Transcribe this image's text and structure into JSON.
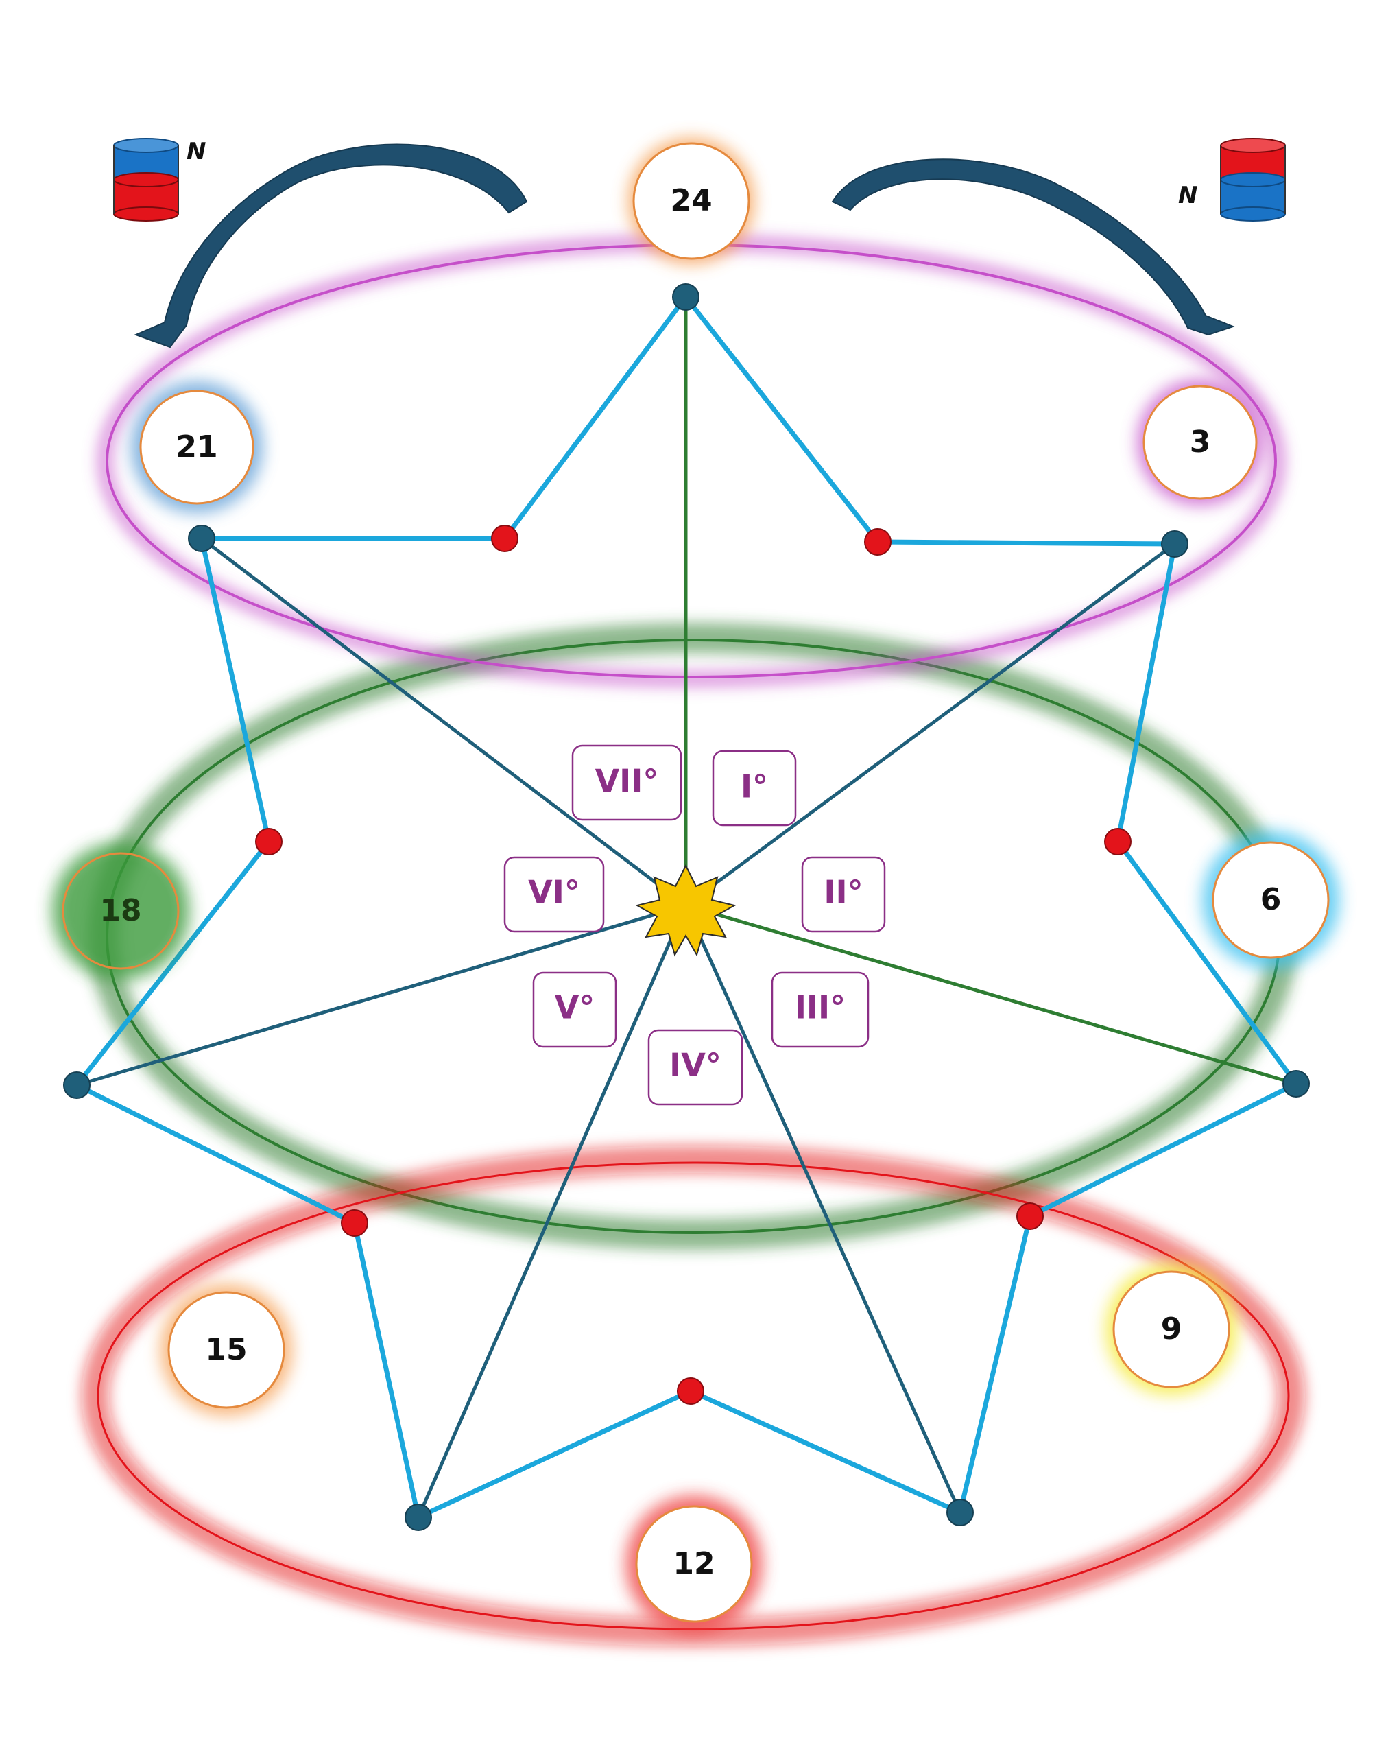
{
  "numbers": {
    "n24": "24",
    "n21": "21",
    "n3": "3",
    "n18": "18",
    "n6": "6",
    "n15": "15",
    "n9": "9",
    "n12": "12"
  },
  "degrees": {
    "d1": "I°",
    "d2": "II°",
    "d3": "III°",
    "d4": "IV°",
    "d5": "V°",
    "d6": "VI°",
    "d7": "VII°"
  },
  "magnets": {
    "left_label": "N",
    "right_label": "N"
  },
  "colors": {
    "star_outline": "#1ba7dc",
    "inner_line": "#1f5f7a",
    "vertical_line": "#2e7d32",
    "node_dark": "#1f5f7a",
    "node_red": "#e3141b",
    "center_star": "#f7c600",
    "ring_magenta": "#c54fc9",
    "ring_green": "#2e7d32",
    "ring_red": "#e3141b",
    "degree_text": "#8b2f86",
    "arrow": "#1f4f6e",
    "magnet_blue": "#1a73c6",
    "magnet_red": "#e3141b"
  }
}
